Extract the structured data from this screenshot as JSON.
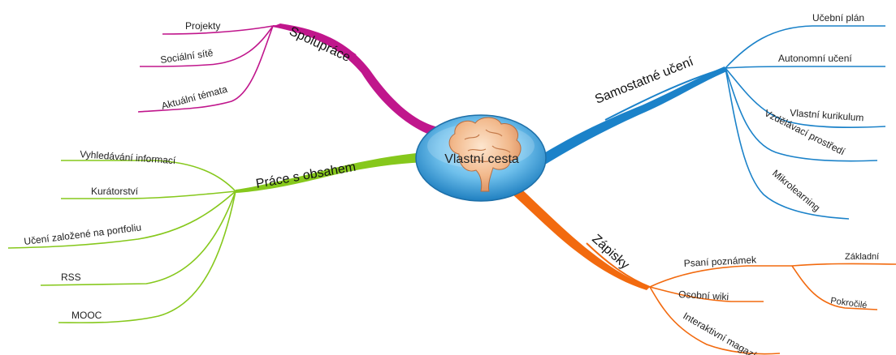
{
  "center": {
    "label": "Vlastní cesta",
    "icon": "brain-icon"
  },
  "colors": {
    "spoluprace": "#c0168c",
    "samostatne": "#1b82c9",
    "prace": "#86c81c",
    "zapisky": "#f26a0f"
  },
  "branches": {
    "spoluprace": {
      "label": "Spolupráce",
      "children": [
        "Projekty",
        "Sociální sítě",
        "Aktuální témata"
      ]
    },
    "samostatne": {
      "label": "Samostatné učení",
      "children": [
        "Učební plán",
        "Autonomní učení",
        "Vlastní kurikulum",
        "Vzdělávací prostředí",
        "Mikrolearning"
      ]
    },
    "prace": {
      "label": "Práce s obsahem",
      "children": [
        "Vyhledávání informací",
        "Kurátorství",
        "Učení založené na portfoliu",
        "RSS",
        "MOOC"
      ]
    },
    "zapisky": {
      "label": "Zápisky",
      "children": [
        "Psaní poznámek",
        "Osobní wiki",
        "Interaktivní magazín"
      ],
      "sub": [
        "Základní",
        "Pokročilé"
      ]
    }
  }
}
